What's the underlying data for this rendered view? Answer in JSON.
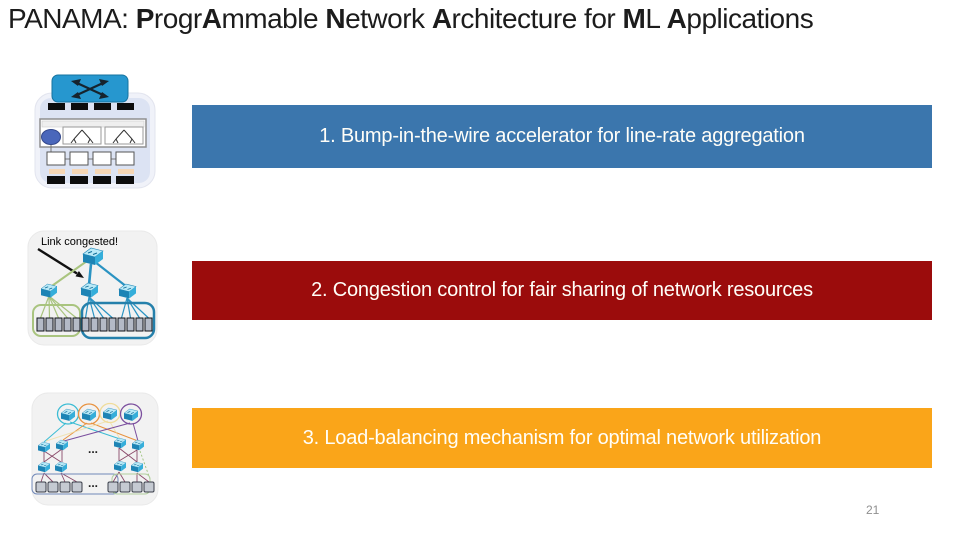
{
  "title": {
    "segments": [
      {
        "text": "PANAMA: ",
        "bold": false
      },
      {
        "text": "P",
        "bold": true
      },
      {
        "text": "rogr",
        "bold": false
      },
      {
        "text": "A",
        "bold": true
      },
      {
        "text": "mmable ",
        "bold": false
      },
      {
        "text": "N",
        "bold": true
      },
      {
        "text": "etwork ",
        "bold": false
      },
      {
        "text": "A",
        "bold": true
      },
      {
        "text": "rchitecture ",
        "bold": false
      },
      {
        "text": "for ",
        "bold": false
      },
      {
        "text": "M",
        "bold": true
      },
      {
        "text": "L ",
        "bold": false
      },
      {
        "text": "A",
        "bold": true
      },
      {
        "text": "pplications",
        "bold": false
      }
    ]
  },
  "banners": [
    {
      "label": "1. Bump-in-the-wire accelerator for line-rate aggregation",
      "color": "#3B76AD"
    },
    {
      "label": "2. Congestion control for fair sharing of network resources",
      "color": "#9B0C0C"
    },
    {
      "label": "3. Load-balancing mechanism for optimal network utilization",
      "color": "#FAA519"
    }
  ],
  "diagrams": {
    "congestion": {
      "annotation": "Link congested!"
    },
    "loadbalance": {
      "ellipsis": "..."
    }
  },
  "page_number": "21"
}
